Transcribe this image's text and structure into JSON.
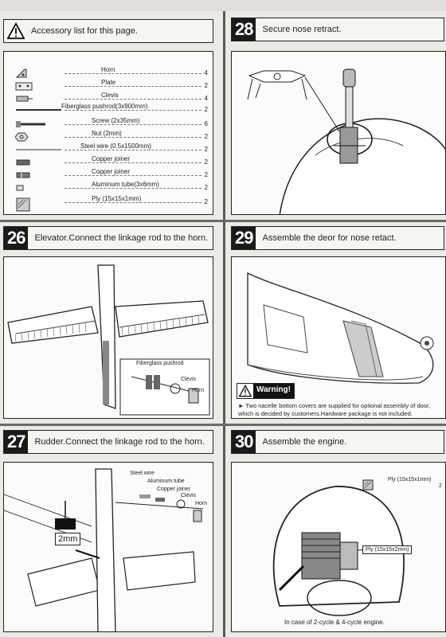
{
  "accessory": {
    "title": "Accessory list for this page.",
    "warning_icon": "warning-triangle-icon",
    "items": [
      {
        "name": "Horn",
        "qty": "4"
      },
      {
        "name": "Plate",
        "qty": "2"
      },
      {
        "name": "Clevis",
        "qty": "4"
      },
      {
        "name": "Fiberglass pushrod(3x900mm)",
        "qty": "2"
      },
      {
        "name": "Screw (2x35mm)",
        "qty": "6"
      },
      {
        "name": "Nut (2mm)",
        "qty": "2"
      },
      {
        "name": "Steel wire (0.5x1500mm)",
        "qty": "2"
      },
      {
        "name": "Copper joiner",
        "qty": "2"
      },
      {
        "name": "Copper joiner",
        "qty": "2"
      },
      {
        "name": "Aluminum tube(3x6mm)",
        "qty": "2"
      },
      {
        "name": "Ply (15x15x1mm)",
        "qty": "2"
      }
    ]
  },
  "step28": {
    "num": "28",
    "title": "Secure nose retract."
  },
  "step26": {
    "num": "26",
    "title": "Elevator.Connect the linkage rod to the horn.",
    "labels": {
      "pushrod": "Fiberglass pushrod",
      "clevis": "Clevis",
      "horn": "Horn"
    }
  },
  "step29": {
    "num": "29",
    "title": "Assemble the deor for nose retact.",
    "warning": "Warning!",
    "note1": "Two nacelle bottom covers are supplied for optional assembly of door,",
    "note2": "which is decided by customers.Hardware package is not included."
  },
  "step27": {
    "num": "27",
    "title": "Rudder.Connect the linkage rod to the horn.",
    "size_label": "2mm",
    "labels": {
      "steel": "Steel wire",
      "alu": "Aluminum tube",
      "copper": "Copper joiner",
      "clevis": "Clevis",
      "horn": "Horn"
    }
  },
  "step30": {
    "num": "30",
    "title": "Assemble the engine.",
    "ply_label": "Ply (15x15x1mm)",
    "ply_qty": "2",
    "ply_label2": "Ply (15x15x2mm)",
    "caption": "In case of 2-cycle & 4-cycle engine."
  }
}
